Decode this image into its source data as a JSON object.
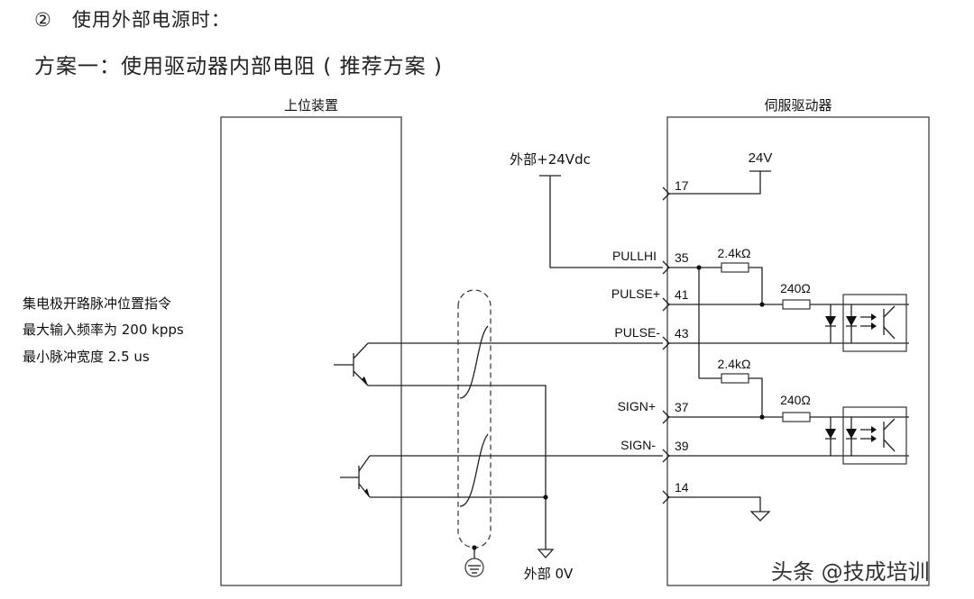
{
  "headings": {
    "line1": "②　使用外部电源时：",
    "line2": "方案一：使用驱动器内部电阻 ( 推荐方案 )"
  },
  "boxes": {
    "host": "上位装置",
    "servo": "伺服驱动器"
  },
  "notes": {
    "line1": "集电极开路脉冲位置指令",
    "line2": "最大输入频率为 200 kpps",
    "line3": "最小脉冲宽度 2.5 us"
  },
  "power": {
    "external": "外部+24Vdc",
    "internal": "24V",
    "ground": "外部 0V"
  },
  "signals": {
    "pullhi": "PULLHI",
    "pulse_plus": "PULSE+",
    "pulse_minus": "PULSE-",
    "sign_plus": "SIGN+",
    "sign_minus": "SIGN-"
  },
  "pins": {
    "p17": "17",
    "p35": "35",
    "p41": "41",
    "p43": "43",
    "p37": "37",
    "p39": "39",
    "p14": "14"
  },
  "resistors": {
    "r1": "2.4kΩ",
    "r2": "240Ω",
    "r3": "2.4kΩ",
    "r4": "240Ω"
  },
  "watermark": "头条 @技成培训"
}
